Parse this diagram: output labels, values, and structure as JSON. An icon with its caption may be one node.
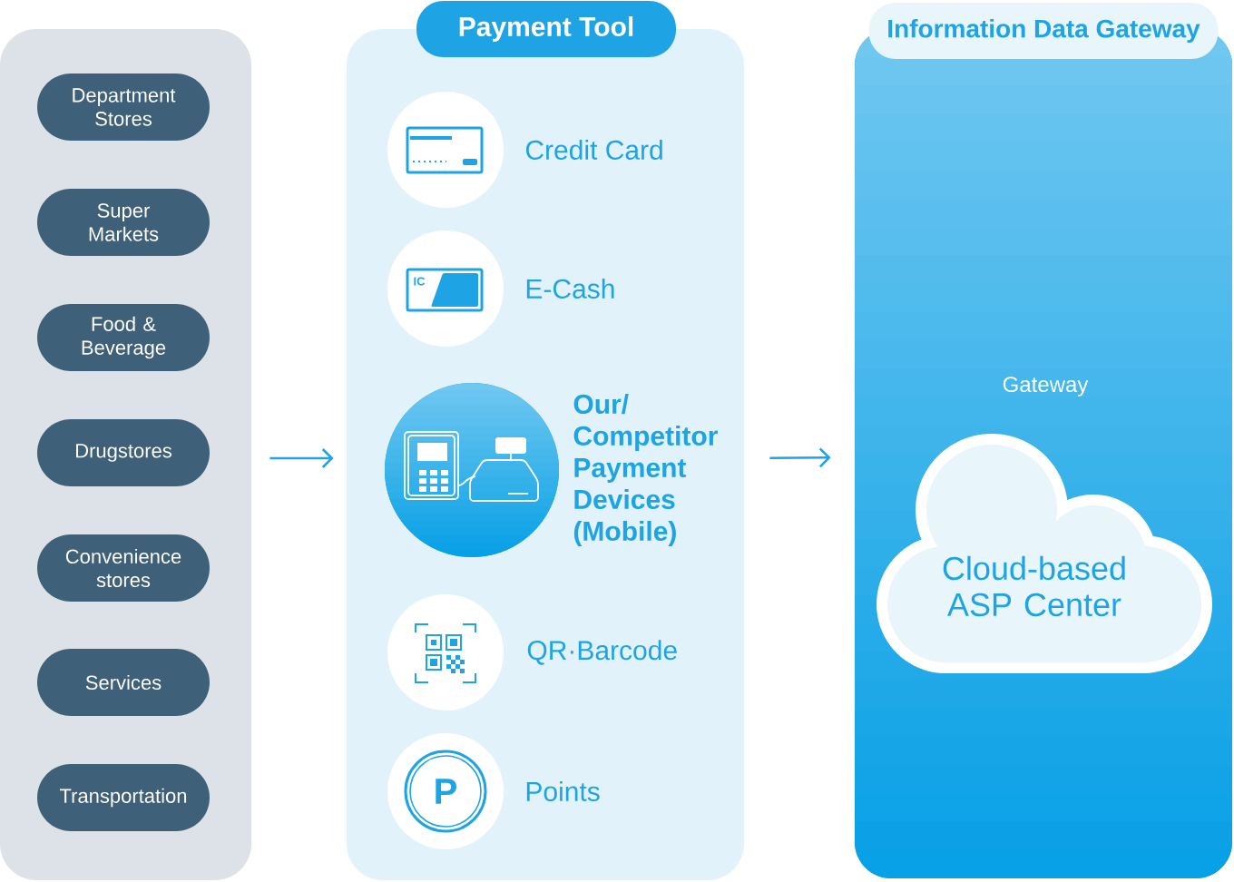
{
  "diagram": {
    "nodes": [
      {
        "text": [],
        "shape": "box"
      },
      {
        "text": [
          "Department Stores"
        ],
        "in": 0
      },
      {
        "text": [
          "Super Markets"
        ],
        "in": 0
      },
      {
        "text": [
          "Food & Beverage"
        ],
        "in": 0
      },
      {
        "text": [
          "Drugstores"
        ],
        "in": 0
      },
      {
        "text": [
          "Convenience stores"
        ],
        "in": 0
      },
      {
        "text": [
          "Services"
        ],
        "in": 0
      },
      {
        "text": [
          "Transportation"
        ],
        "in": 0
      },
      {
        "text": [
          "Payment Tool"
        ]
      },
      {
        "text": [],
        "shape": "circle",
        "beside": [
          "Credit Card"
        ],
        "in": 8
      },
      {
        "text": [],
        "shape": "circle",
        "beside": [
          "E-Cash"
        ],
        "in": 8
      },
      {
        "text": [],
        "shape": "circle",
        "beside": [
          "Our/ Competitor Payment Devices (Mobile)"
        ],
        "in": 8
      },
      {
        "text": [],
        "shape": "circle",
        "beside": [
          "QR·Barcode"
        ],
        "in": 8
      },
      {
        "text": [],
        "shape": "circle",
        "beside": [
          "Points"
        ],
        "in": 8
      },
      {
        "text": [
          "Information Data Gateway"
        ]
      },
      {
        "text": [
          "Cloud-based ASP Center"
        ],
        "in": 14
      }
    ],
    "edges": [
      {
        "from": 0,
        "to": 8,
        "arrow": "to"
      },
      {
        "from": 8,
        "to": 14,
        "arrow": "to"
      }
    ],
    "labels": [
      "IC",
      "Gateway",
      "P"
    ]
  }
}
